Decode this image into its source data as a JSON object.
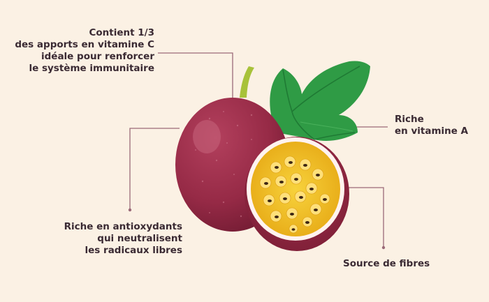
{
  "callouts": {
    "vitamin_c": {
      "lines": [
        "Contient 1/3",
        "des apports en vitamine C",
        "idéale pour renforcer",
        "le système immunitaire"
      ]
    },
    "vitamin_a": {
      "lines": [
        "Riche",
        "en vitamine A"
      ]
    },
    "antioxidants": {
      "lines": [
        "Riche en antioxydants",
        "qui neutralisent",
        "les radicaux libres"
      ]
    },
    "fibres": {
      "lines": [
        "Source de fibres"
      ]
    }
  },
  "colors": {
    "background": "#fbf1e4",
    "text": "#3a2a33",
    "connector": "#9b6a78",
    "skin": "#9c2c47",
    "skin_dark": "#7c1e37",
    "leaf": "#2f9b45",
    "pulp": "#f2c21b",
    "seed": "#3d2614"
  }
}
